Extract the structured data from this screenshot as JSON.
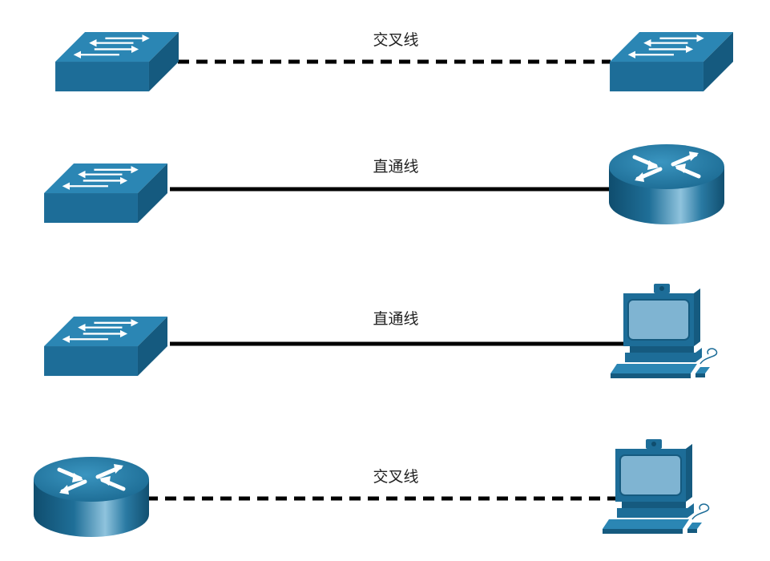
{
  "rows": [
    {
      "cable_type": "crossover",
      "cable_label": "交叉线",
      "left_device": "switch",
      "right_device": "switch"
    },
    {
      "cable_type": "straight-through",
      "cable_label": "直通线",
      "left_device": "switch",
      "right_device": "router"
    },
    {
      "cable_type": "straight-through",
      "cable_label": "直通线",
      "left_device": "switch",
      "right_device": "pc"
    },
    {
      "cable_type": "crossover",
      "cable_label": "交叉线",
      "left_device": "router",
      "right_device": "pc"
    }
  ],
  "icons": {
    "switch": "switch-icon",
    "router": "router-icon",
    "pc": "pc-icon"
  },
  "colors": {
    "device_top": "#2b86b4",
    "device_front": "#1d6d98",
    "device_side": "#155a7f",
    "screen": "#7fb4d2",
    "cable": "#000000"
  }
}
